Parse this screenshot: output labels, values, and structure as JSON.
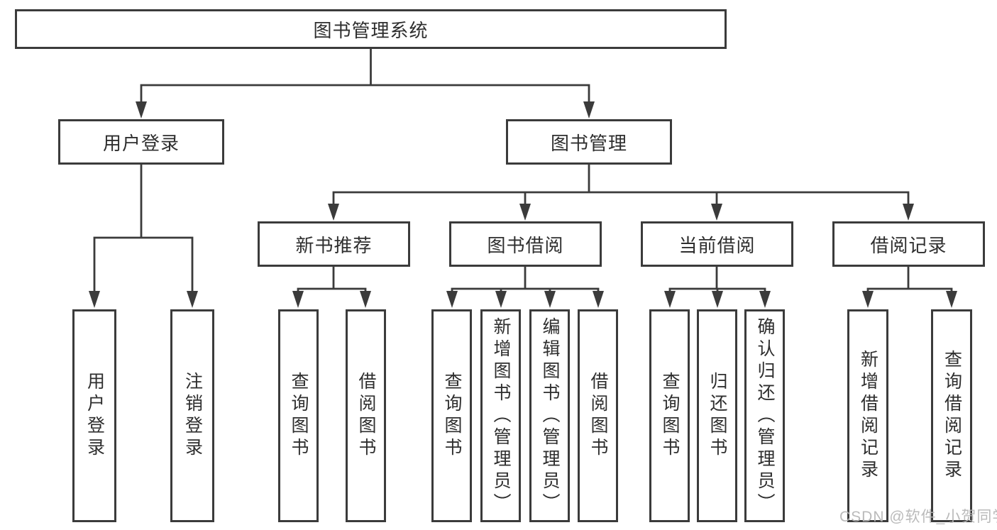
{
  "diagram": {
    "type": "hierarchy-tree",
    "root": "图书管理系统",
    "level2": {
      "user_login": "用户登录",
      "book_management": "图书管理"
    },
    "level3": {
      "new_books": "新书推荐",
      "book_borrowing": "图书借阅",
      "current_borrowing": "当前借阅",
      "borrowing_records": "借阅记录"
    },
    "leaves": {
      "user_login": [
        "用户登录",
        "注销登录"
      ],
      "new_books": [
        "查询图书",
        "借阅图书"
      ],
      "book_borrowing": [
        "查询图书",
        "新增图书（管理员）",
        "编辑图书（管理员）",
        "借阅图书"
      ],
      "current_borrowing": [
        "查询图书",
        "归还图书",
        "确认归还（管理员）"
      ],
      "borrowing_records": [
        "新增借阅记录",
        "查询借阅记录"
      ]
    }
  },
  "watermark": "CSDN @软件_小贺同学",
  "colors": {
    "line": "#3b3b3b",
    "box_border": "#3b3b3b",
    "text": "#2e2e2e",
    "watermark": "#b5b5b5",
    "background": "#ffffff"
  }
}
